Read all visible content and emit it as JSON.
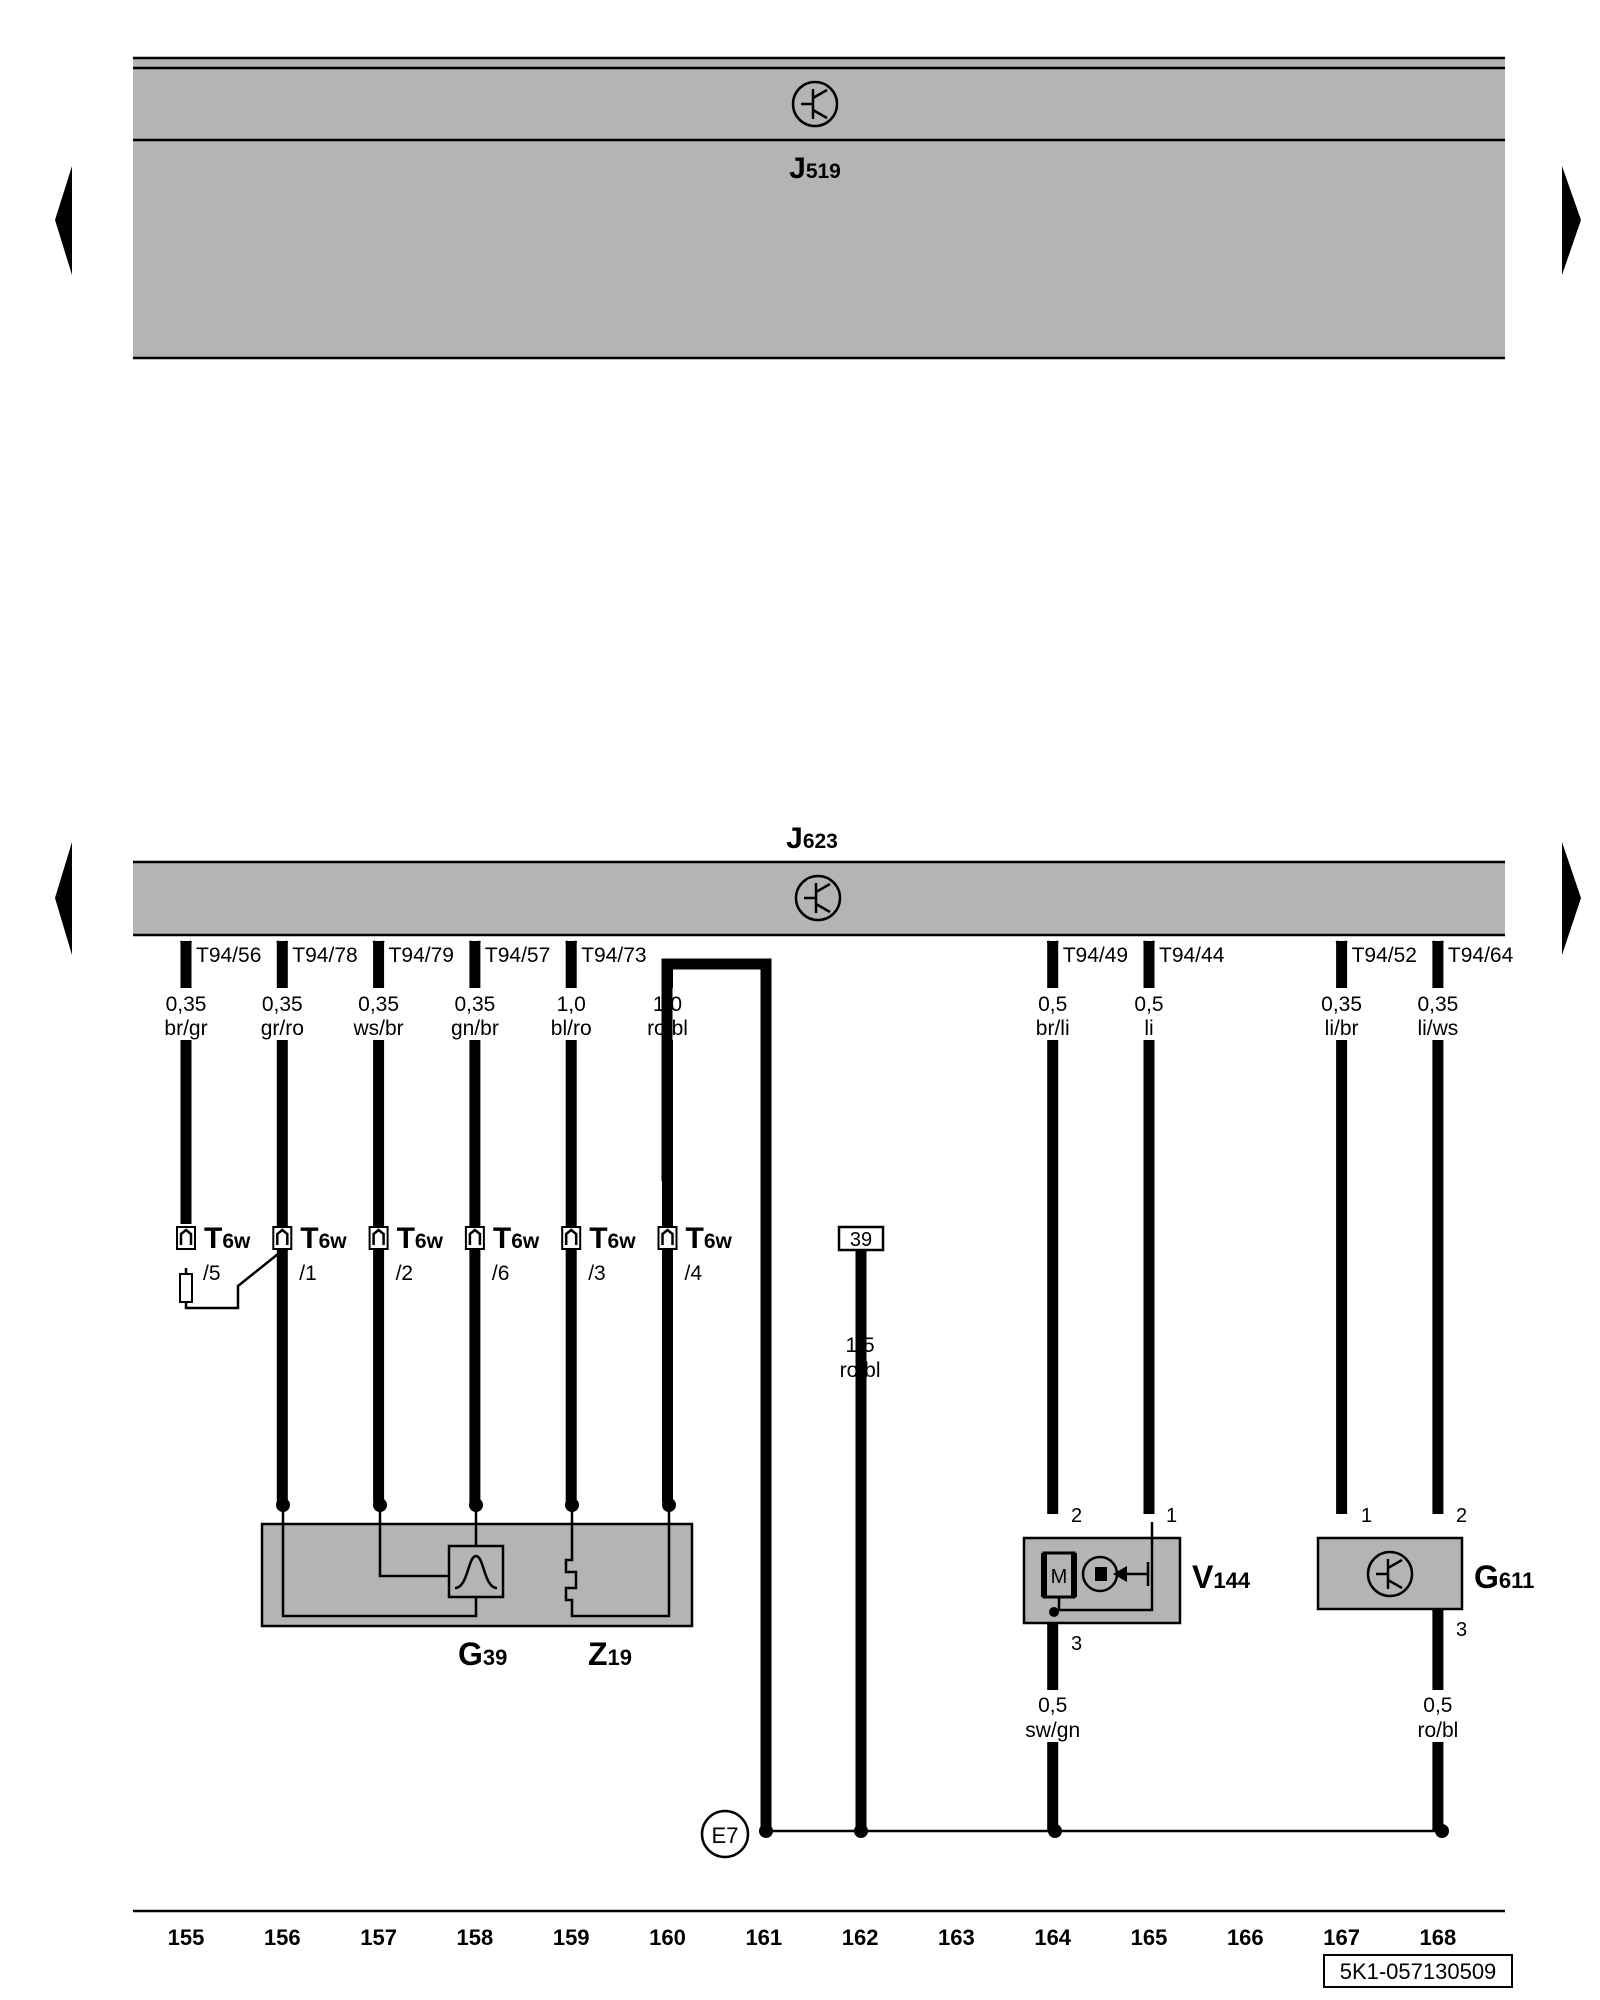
{
  "modules": {
    "top": {
      "base": "J",
      "sub": "519"
    },
    "bottom": {
      "base": "J",
      "sub": "623"
    }
  },
  "pins": [
    {
      "label": "T94/56",
      "col": 155
    },
    {
      "label": "T94/78",
      "col": 156
    },
    {
      "label": "T94/79",
      "col": 157
    },
    {
      "label": "T94/57",
      "col": 158
    },
    {
      "label": "T94/73",
      "col": 159
    },
    {
      "label": "T94/49",
      "col": 164
    },
    {
      "label": "T94/44",
      "col": 165
    },
    {
      "label": "T94/52",
      "col": 167
    },
    {
      "label": "T94/64",
      "col": 168
    }
  ],
  "wires": [
    {
      "size": "0,35",
      "color": "br/gr",
      "col": 155
    },
    {
      "size": "0,35",
      "color": "gr/ro",
      "col": 156
    },
    {
      "size": "0,35",
      "color": "ws/br",
      "col": 157
    },
    {
      "size": "0,35",
      "color": "gn/br",
      "col": 158
    },
    {
      "size": "1,0",
      "color": "bl/ro",
      "col": 159
    },
    {
      "size": "1,0",
      "color": "ro/bl",
      "col": 160
    },
    {
      "size": "0,5",
      "color": "br/li",
      "col": 164
    },
    {
      "size": "0,5",
      "color": "li",
      "col": 165
    },
    {
      "size": "0,35",
      "color": "li/br",
      "col": 167
    },
    {
      "size": "0,35",
      "color": "li/ws",
      "col": 168
    }
  ],
  "lower_wires": [
    {
      "size": "1,5",
      "color": "ro/bl",
      "col": 162
    },
    {
      "size": "0,5",
      "color": "sw/gn",
      "col": 164
    },
    {
      "size": "0,5",
      "color": "ro/bl",
      "col": 168
    }
  ],
  "connectors": [
    {
      "base": "T",
      "sub": "6w",
      "pin": "/5",
      "col": 155
    },
    {
      "base": "T",
      "sub": "6w",
      "pin": "/1",
      "col": 156
    },
    {
      "base": "T",
      "sub": "6w",
      "pin": "/2",
      "col": 157
    },
    {
      "base": "T",
      "sub": "6w",
      "pin": "/6",
      "col": 158
    },
    {
      "base": "T",
      "sub": "6w",
      "pin": "/3",
      "col": 159
    },
    {
      "base": "T",
      "sub": "6w",
      "pin": "/4",
      "col": 160
    }
  ],
  "reference_box": "39",
  "ground_point": "E7",
  "components": [
    {
      "base": "G",
      "sub": "39"
    },
    {
      "base": "Z",
      "sub": "19"
    },
    {
      "base": "V",
      "sub": "144"
    },
    {
      "base": "G",
      "sub": "611"
    }
  ],
  "component_pins": {
    "v144_a": "2",
    "v144_b": "1",
    "v144_c": "3",
    "g611_a": "1",
    "g611_b": "2",
    "g611_c": "3"
  },
  "motor_letter": "M",
  "columns": [
    "155",
    "156",
    "157",
    "158",
    "159",
    "160",
    "161",
    "162",
    "163",
    "164",
    "165",
    "166",
    "167",
    "168"
  ],
  "footer_code": "5K1-057130509"
}
